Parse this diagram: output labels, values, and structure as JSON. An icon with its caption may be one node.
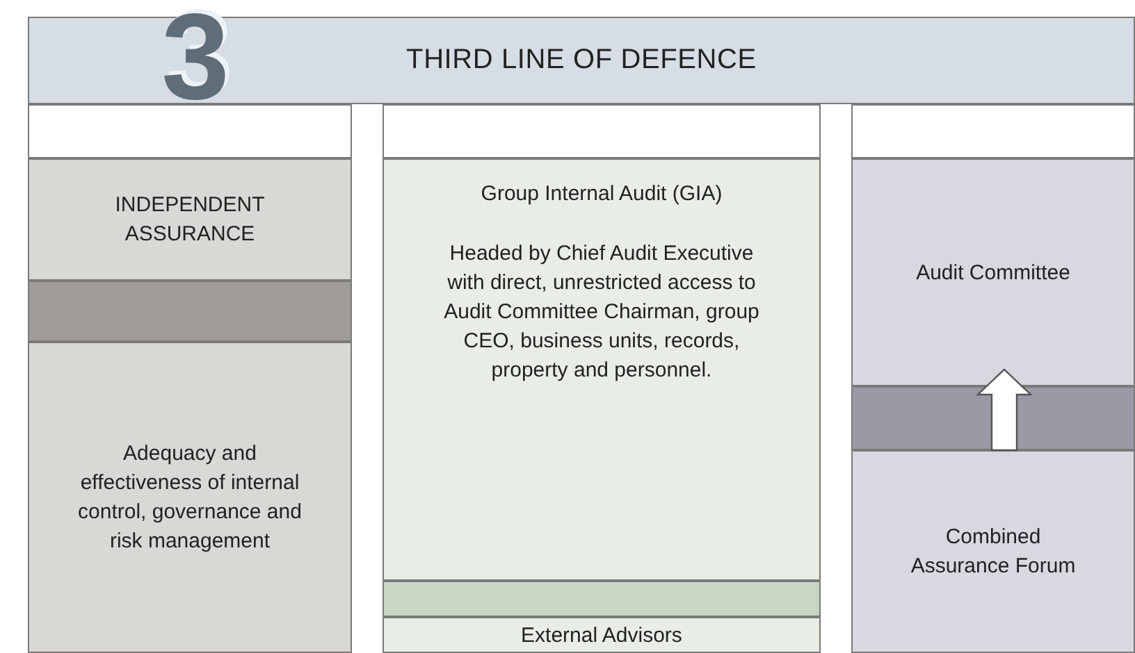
{
  "diagram": {
    "nodes": [
      {
        "text": [
          "3",
          "THIRD LINE OF DEFENCE"
        ]
      },
      {
        "text": [
          "INDEPENDENT ASSURANCE"
        ]
      },
      {
        "text": [],
        "shape": "bar"
      },
      {
        "text": [
          "Adequacy and effectiveness of internal control, governance and risk management"
        ]
      },
      {
        "text": [
          "Group Internal Audit (GIA)",
          "Headed by Chief Audit Executive with direct, unrestricted access to Audit Committee Chairman, group CEO, business units, records, property and personnel."
        ]
      },
      {
        "text": [],
        "shape": "bar"
      },
      {
        "text": [
          "External Advisors"
        ]
      },
      {
        "text": [
          "Audit Committee"
        ]
      },
      {
        "text": [],
        "shape": "bar"
      },
      {
        "text": [
          "Combined Assurance Forum"
        ]
      }
    ],
    "edges": [
      {
        "from": 9,
        "to": 7,
        "arrow": "to"
      }
    ]
  }
}
